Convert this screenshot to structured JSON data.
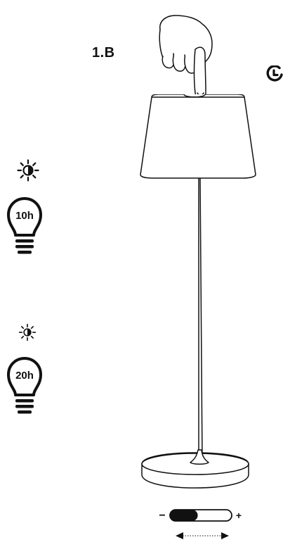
{
  "step_label": "1.B",
  "modes": [
    {
      "brightness_icon": "sun-high-brightness-icon",
      "duration": "10h"
    },
    {
      "brightness_icon": "sun-low-brightness-icon",
      "duration": "20h"
    }
  ],
  "dimmer": {
    "minus": "−",
    "plus": "+",
    "level": 0.45
  },
  "icons": {
    "hand": "pointing-hand-icon",
    "timer": "clock-icon",
    "lamp": "table-lamp-icon",
    "slide": "double-arrow-icon"
  }
}
